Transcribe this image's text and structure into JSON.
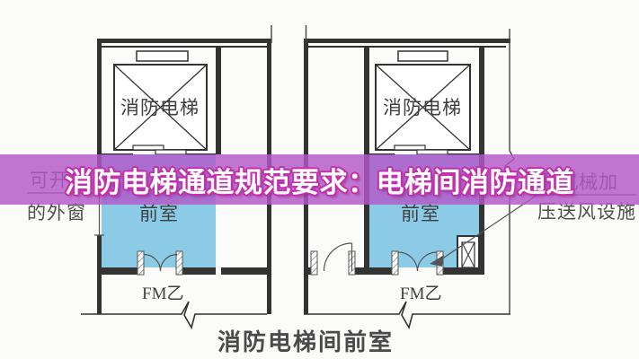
{
  "banner": {
    "text": "消防电梯通道规范要求：电梯间消防通道",
    "bg_color": "#b258c8",
    "text_color": "#ffffff",
    "outline_color": "#c32fae"
  },
  "diagram": {
    "caption": "消防电梯间前室",
    "left_unit": {
      "elevator_label": "消防电梯",
      "lobby_label": "前室",
      "door_label": "FM乙"
    },
    "right_unit": {
      "elevator_label": "消防电梯",
      "lobby_label": "前室",
      "door_label": "FM乙"
    },
    "annotations": {
      "window_note_line1": "可开启",
      "window_note_line2": "的外窗",
      "fan_note_line1": "置机械加",
      "fan_note_line2": "压送风设施"
    },
    "colors": {
      "lobby_fill": "#8ccbe6",
      "line": "#333333"
    }
  }
}
